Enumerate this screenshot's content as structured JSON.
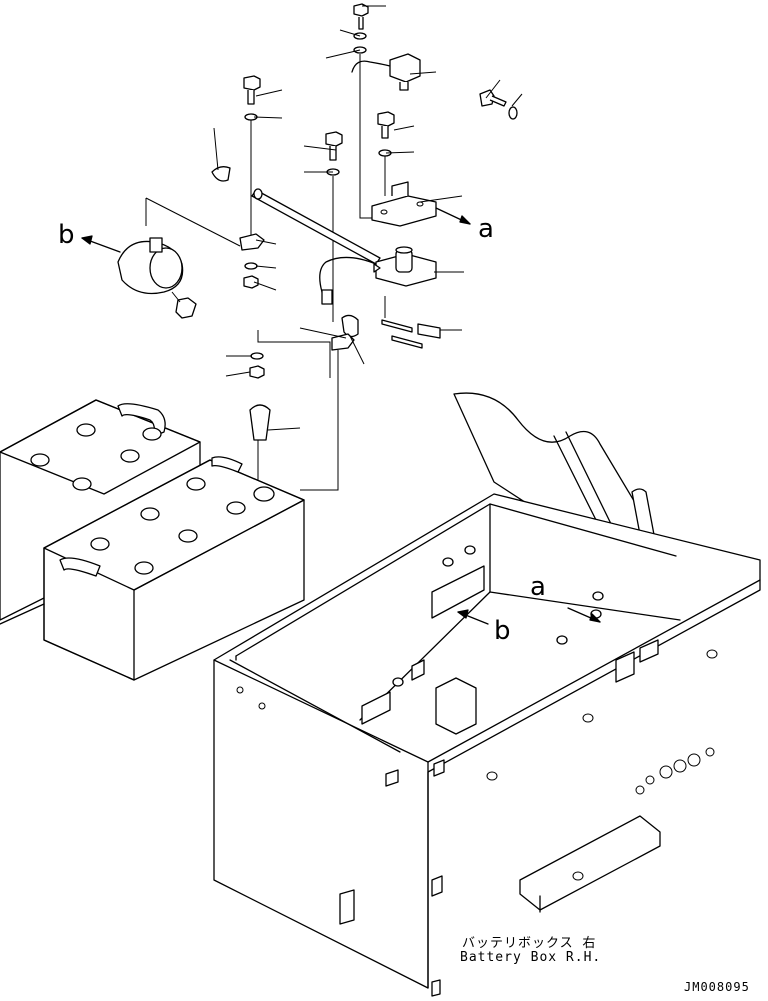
{
  "labels": {
    "arrow_a_upper": "a",
    "arrow_a_lower": "a",
    "arrow_b_left": "b",
    "arrow_b_lower": "b"
  },
  "caption": {
    "jp": "バッテリボックス 右",
    "en": "Battery Box R.H."
  },
  "drawing_code": "JM008095"
}
